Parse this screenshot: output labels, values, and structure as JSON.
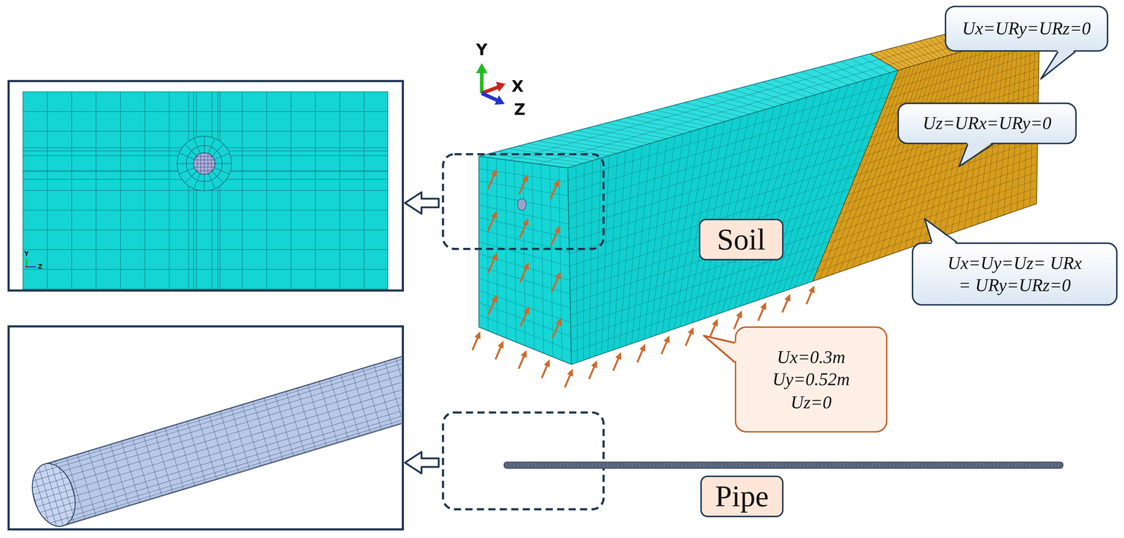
{
  "diagram": {
    "nodes": [
      {
        "text": [
          "Ux=URy=URz=0"
        ]
      },
      {
        "text": [
          "Uz=URx=URy=0"
        ]
      },
      {
        "text": [
          "Soil"
        ]
      },
      {
        "text": [
          "Ux=Uy=Uz= URx = URy=URz=0"
        ]
      },
      {
        "text": [
          "Ux=0.3m Uy=0.52m Uz=0"
        ]
      },
      {
        "text": [
          "Pipe"
        ]
      }
    ],
    "labels": [
      "Y",
      "X",
      "Z",
      "Y",
      "Z"
    ]
  }
}
